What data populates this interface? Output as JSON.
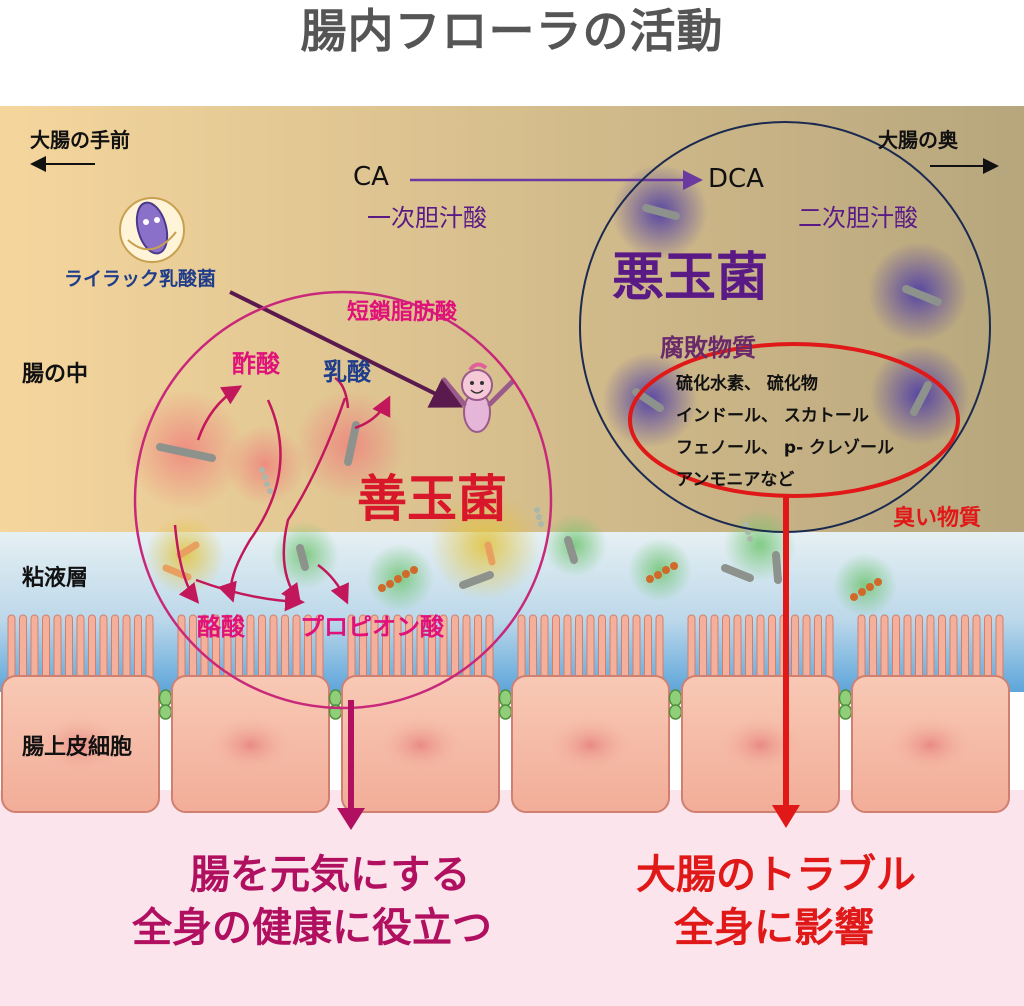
{
  "title": "腸内フローラの活動",
  "direction": {
    "front": "大腸の手前",
    "back": "大腸の奥"
  },
  "zones": {
    "inside": "腸の中",
    "mucus": "粘液層",
    "epithelium": "腸上皮細胞"
  },
  "bile_acid": {
    "ca": "CA",
    "dca": "DCA",
    "primary": "一次胆汁酸",
    "secondary": "二次胆汁酸"
  },
  "good": {
    "lilac": "ライラック乳酸菌",
    "scfa": "短鎖脂肪酸",
    "acetic": "酢酸",
    "lactic": "乳酸",
    "butyric": "酪酸",
    "propionic": "プロピオン酸",
    "name": "善玉菌",
    "result_line1": "腸を元気にする",
    "result_line2": "全身の健康に役立つ"
  },
  "bad": {
    "name": "悪玉菌",
    "putrefactive": "腐敗物質",
    "substances": [
      "硫化水素、 硫化物",
      "インドール、 スカトール",
      "フェノール、 p- クレゾール",
      "アンモニアなど"
    ],
    "smelly": "臭い物質",
    "result_line1": "大腸のトラブル",
    "result_line2": "全身に影響"
  },
  "colors": {
    "lumen_left": "#f3d29a",
    "lumen_right": "#b8a67a",
    "mucus_top": "#e3eef2",
    "mucus_bottom": "#5aa3d8",
    "cell": "#f4b7a1",
    "cell_border": "#d08070",
    "bottom_area": "#fbe3ea",
    "good_circle": "#c8287a",
    "bad_circle": "#1a2a50",
    "red_accent": "#e01818"
  }
}
